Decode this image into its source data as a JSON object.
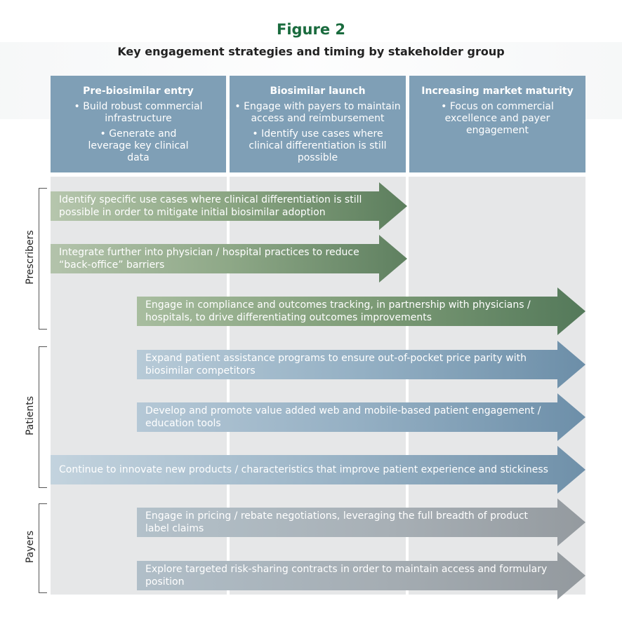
{
  "header": {
    "title": "Figure 2",
    "subtitle": "Key engagement strategies and timing by stakeholder group"
  },
  "phases": [
    {
      "title": "Pre-biosimilar entry",
      "items": [
        "• Build robust commercial infrastructure",
        "• Generate and leverage key clinical data"
      ]
    },
    {
      "title": "Biosimilar launch",
      "items": [
        "• Engage with payers to maintain access and reimbursement",
        "• Identify use cases where clinical differentiation is still possible"
      ]
    },
    {
      "title": "Increasing market maturity",
      "items": [
        "• Focus on commercial excellence and payer engagement"
      ]
    }
  ],
  "groups": {
    "prescribers": "Prescribers",
    "patients": "Patients",
    "payers": "Payers"
  },
  "strategies": [
    {
      "text": "Identify specific use cases where clinical differentiation is still possible in order to mitigate initial biosimilar adoption",
      "group": "Prescribers",
      "color": "#6b8c6a"
    },
    {
      "text": "Integrate further into physician / hospital practices to reduce “back-office” barriers",
      "group": "Prescribers",
      "color": "#6b8c6a"
    },
    {
      "text": "Engage in compliance and outcomes tracking, in partnership with physicians / hospitals, to drive differentiating outcomes improvements",
      "group": "Prescribers",
      "color": "#5f845f"
    },
    {
      "text": "Expand patient assistance programs to ensure out-of-pocket price parity with biosimilar competitors",
      "group": "Patients",
      "color": "#7c9db5"
    },
    {
      "text": "Develop and promote value added web and mobile-based patient engagement / education tools",
      "group": "Patients",
      "color": "#7c9db5"
    },
    {
      "text": "Continue to innovate new products / characteristics that improve patient experience and stickiness",
      "group": "Patients",
      "color": "#7c9db5"
    },
    {
      "text": "Engage in pricing / rebate negotiations, leveraging the full breadth of product label claims",
      "group": "Payers",
      "color": "#9aa0a5"
    },
    {
      "text": "Explore targeted risk-sharing contracts in order to maintain access and formulary position",
      "group": "Payers",
      "color": "#9aa0a5"
    }
  ]
}
